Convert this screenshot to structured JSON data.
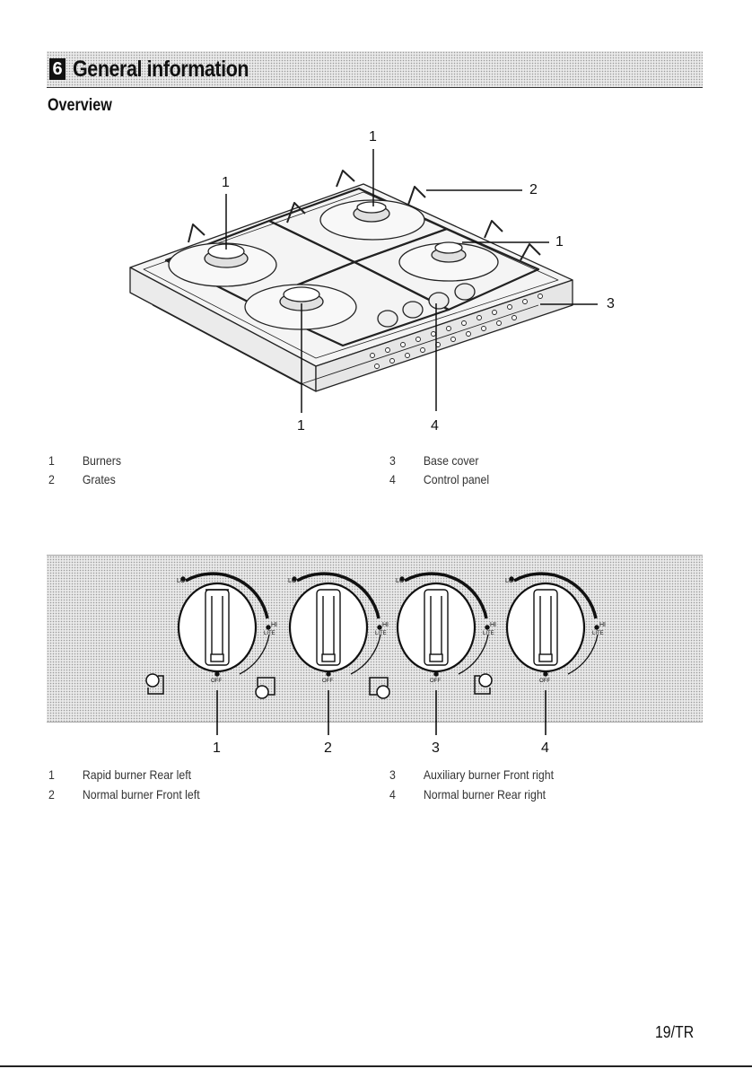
{
  "section": {
    "number": "6",
    "title": "General information"
  },
  "subtitle": "Overview",
  "overview": {
    "callouts": [
      "1",
      "1",
      "2",
      "1",
      "3",
      "1",
      "4"
    ],
    "legend": [
      {
        "num": "1",
        "text": "Burners"
      },
      {
        "num": "2",
        "text": "Grates"
      },
      {
        "num": "3",
        "text": "Base cover"
      },
      {
        "num": "4",
        "text": "Control panel"
      }
    ]
  },
  "controls": {
    "knob_labels": {
      "lo": "LO",
      "hi": "HI",
      "lite": "LITE",
      "off": "OFF"
    },
    "callouts": [
      "1",
      "2",
      "3",
      "4"
    ],
    "legend": [
      {
        "num": "1",
        "text": "Rapid burner Rear left"
      },
      {
        "num": "2",
        "text": "Normal burner Front left"
      },
      {
        "num": "3",
        "text": "Auxiliary burner Front right"
      },
      {
        "num": "4",
        "text": "Normal burner Rear right"
      }
    ]
  },
  "page_number": "19/TR"
}
